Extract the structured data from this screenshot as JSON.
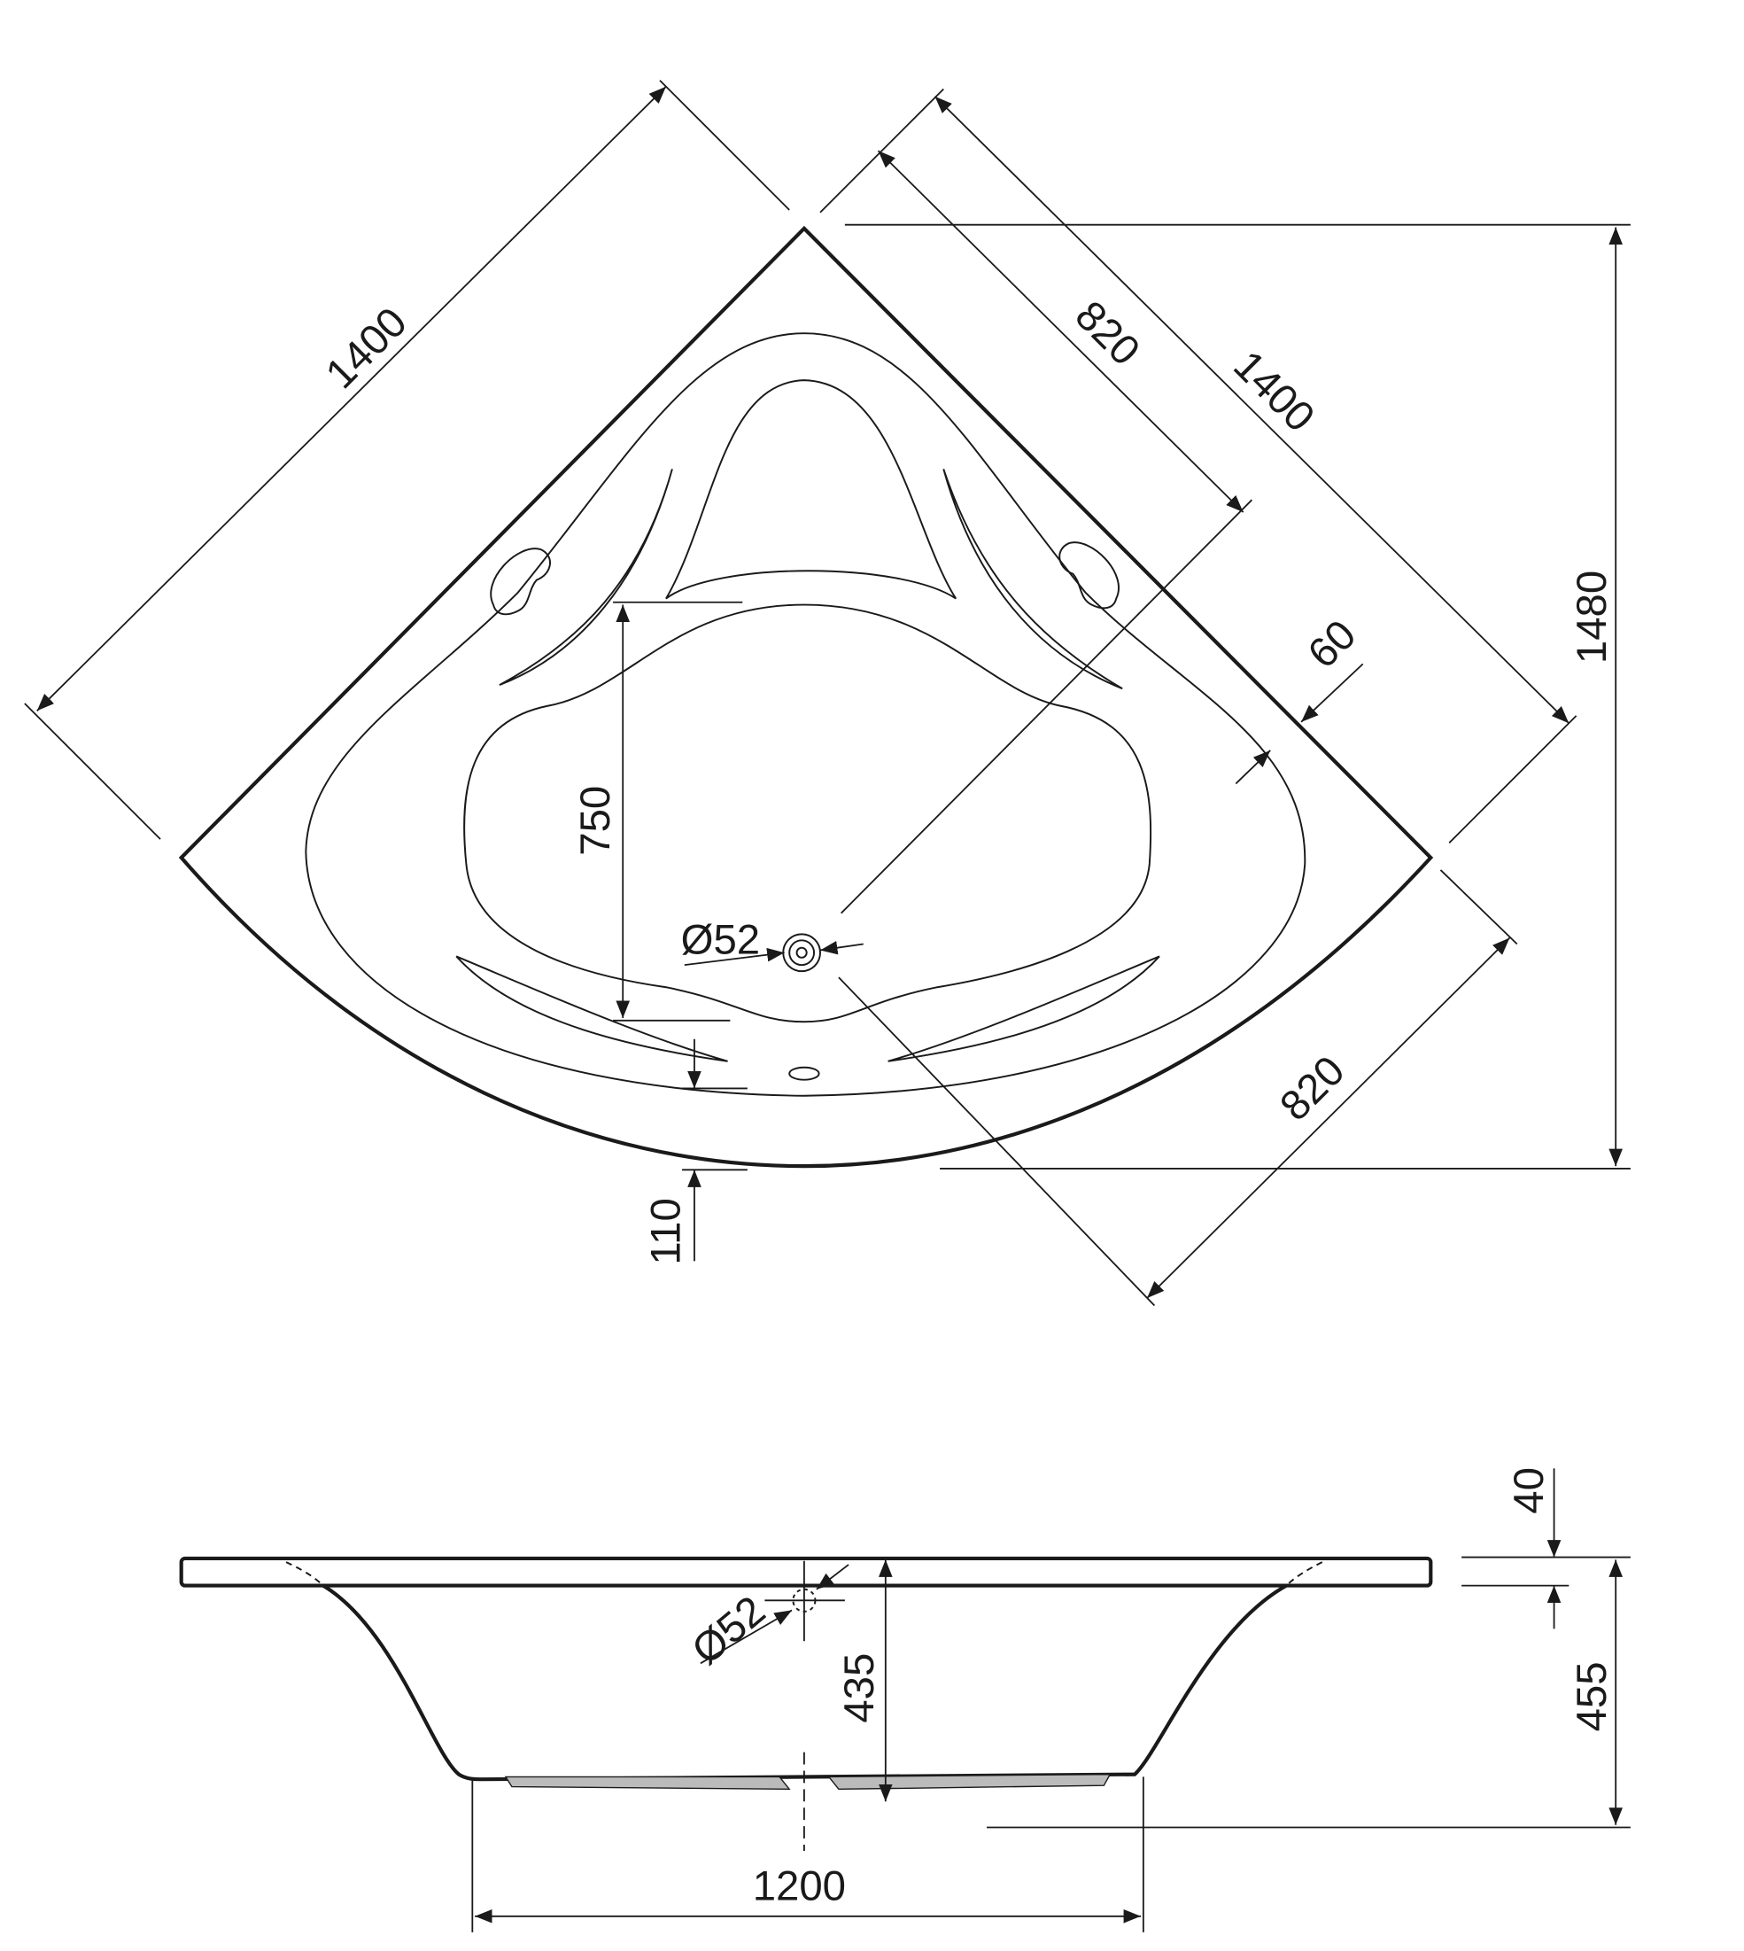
{
  "plan_view": {
    "diagonal_left": "1400",
    "diagonal_right": "1400",
    "half_upper": "820",
    "half_lower": "820",
    "overall_depth": "1480",
    "rim_width": "60",
    "basin_length": "750",
    "drain_diameter": "Ø52",
    "front_offset": "110"
  },
  "side_view": {
    "rim_thickness": "40",
    "total_height": "455",
    "inner_depth": "435",
    "drain_diameter": "Ø52",
    "base_width": "1200"
  }
}
